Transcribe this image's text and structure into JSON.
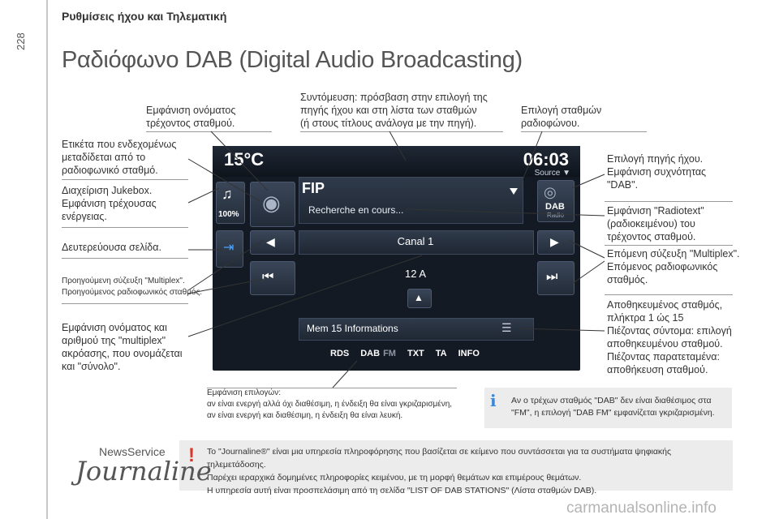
{
  "header": {
    "title": "Ρυθμίσεις ήχου και Τηλεματική",
    "page_number": "228"
  },
  "title": "Ραδιόφωνο DAB (Digital Audio Broadcasting)",
  "annotations": {
    "station_name": [
      "Εμφάνιση ονόματος",
      "τρέχοντος σταθμού."
    ],
    "shortcut": [
      "Συντόμευση: πρόσβαση στην επιλογή της",
      "πηγής ήχου και στη λίστα των σταθμών",
      "(ή στους τίτλους ανάλογα με την πηγή)."
    ],
    "station_list": [
      "Επιλογή σταθμών",
      "ραδιοφώνου."
    ],
    "label_transmitted": [
      "Ετικέτα που ενδεχομένως",
      "μεταδίδεται από το",
      "ραδιοφωνικό σταθμό."
    ],
    "jukebox": [
      "Διαχείριση Jukebox.",
      "Εμφάνιση τρέχουσας",
      "ενέργειας."
    ],
    "secondary_page": [
      "Δευτερεύουσα σελίδα."
    ],
    "prev_multiplex": [
      "Προηγούμενη σύζευξη \"Multiplex\".",
      "Προηγούμενος ραδιοφωνικός σταθμός."
    ],
    "multiplex_name": [
      "Εμφάνιση ονόματος και",
      "αριθμού της \"multiplex\"",
      "ακρόασης, που ονομάζεται",
      "και \"σύνολο\"."
    ],
    "source_select": [
      "Επιλογή πηγής ήχου.",
      "Εμφάνιση συχνότητας",
      "\"DAB\"."
    ],
    "radiotext": [
      "Εμφάνιση \"Radiotext\"",
      "(ραδιοκειμένου) του",
      "τρέχοντος σταθμού."
    ],
    "next_multiplex": [
      "Επόμενη σύζευξη \"Multiplex\".",
      "Επόμενος ραδιοφωνικός",
      "σταθμός."
    ],
    "stored": [
      "Αποθηκευμένος σταθμός,",
      "πλήκτρα 1 ώς 15",
      "Πιέζοντας σύντομα: επιλογή",
      "αποθηκευμένου σταθμού.",
      "Πιέζοντας παρατεταμένα:",
      "αποθήκευση σταθμού."
    ],
    "options_display": [
      "Εμφάνιση επιλογών:",
      "αν είναι ενεργή αλλά όχι διαθέσιμη, η ένδειξη θα είναι γκριζαρισμένη,",
      "αν είναι ενεργή και διαθέσιμη, η ένδειξη θα είναι λευκή."
    ]
  },
  "screen": {
    "temperature": "15°C",
    "clock": "06:03",
    "source_label": "Source ▼",
    "volume": "100%",
    "station": "FIP",
    "radiotext": "Recherche en cours...",
    "multiplex": "Canal 1",
    "channel": "12 A",
    "preset": "Mem 15 Informations",
    "dab_label": "DAB",
    "dab_sub": "Radio",
    "tabs": [
      "RDS",
      "DAB",
      "FM",
      "TXT",
      "TA",
      "INFO"
    ]
  },
  "info_note": "Αν ο τρέχων σταθμός \"DAB\" δεν είναι διαθέσιμος στα \"FM\", η επιλογή \"DAB FM\" εμφανίζεται γκριζαρισμένη.",
  "journaline_note": [
    "Το \"Journaline®\" είναι μια υπηρεσία πληροφόρησης που βασίζεται σε κείμενο που συντάσσεται για τα συστήματα ψηφιακής τηλεμετάδοσης.",
    "Παρέχει ιεραρχικά δομημένες πληροφορίες κειμένου, με τη μορφή θεμάτων και επιμέρους θεμάτων.",
    "Η υπηρεσία αυτή είναι προσπελάσιμη από τη σελίδα \"LIST OF DAB STATIONS\" (Λίστα σταθμών DAB)."
  ],
  "logo": {
    "brand_top": "NewsService",
    "brand_main": "Journaline"
  },
  "watermark": "carmanualsonline.info",
  "colors": {
    "info_icon": "#3a87d9",
    "warning_icon": "#d63a2a",
    "screen_bg": "#141a24"
  }
}
